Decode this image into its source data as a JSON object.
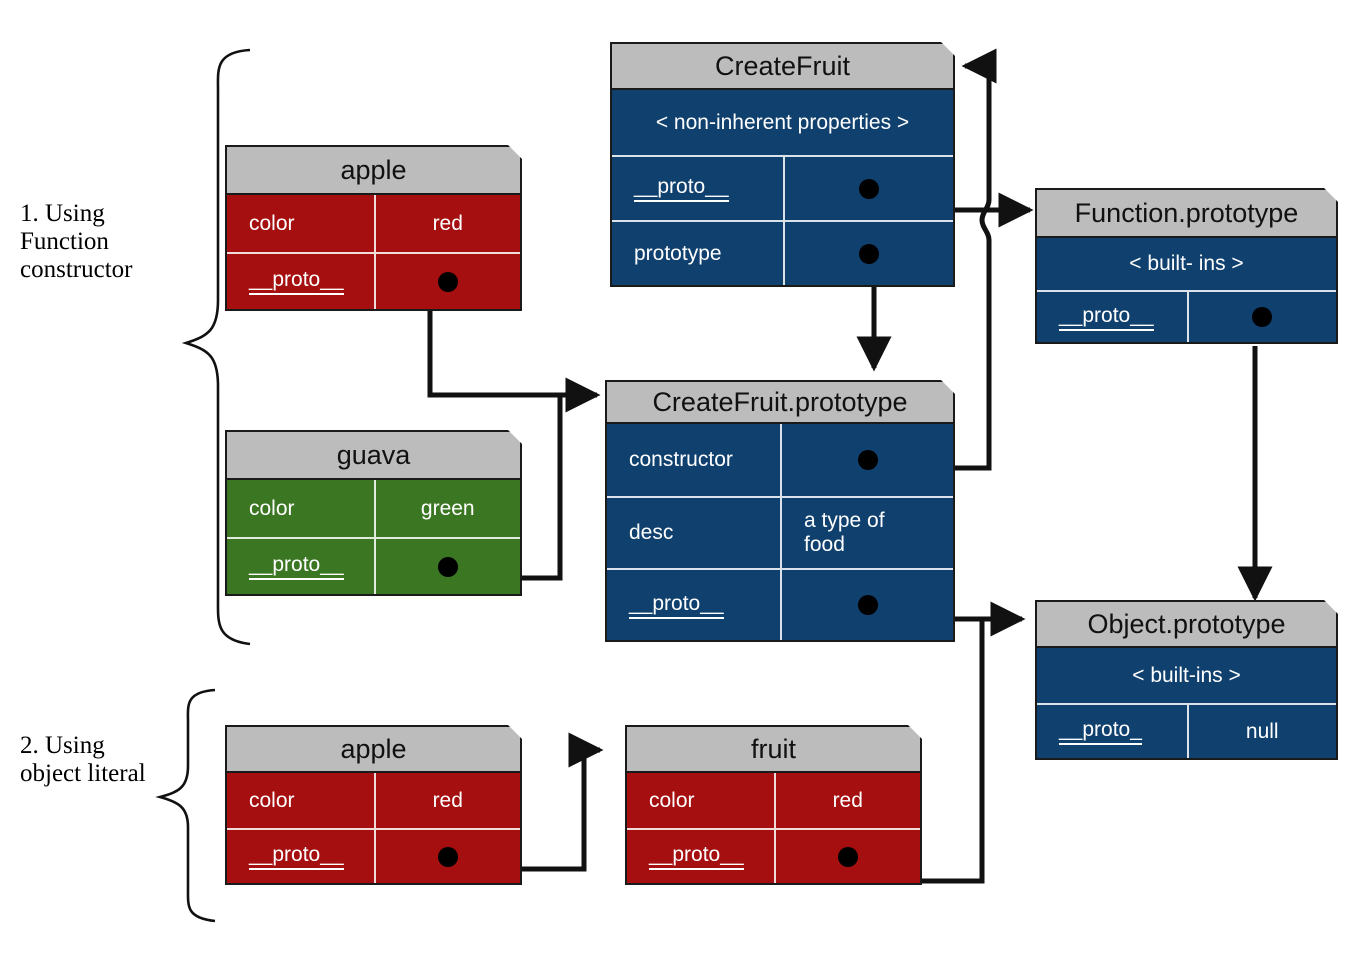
{
  "diagram": {
    "title": "JavaScript prototype chain diagram",
    "colors": {
      "header_gray": "#bcbcbc",
      "red": "#a50f0f",
      "green": "#3b7722",
      "blue": "#10406e",
      "stroke": "#1a1a1a",
      "background": "#ffffff"
    },
    "sections": [
      {
        "id": "section-1",
        "label": "1. Using\nFunction\nconstructor"
      },
      {
        "id": "section-2",
        "label": "2. Using\nobject literal"
      }
    ],
    "boxes": {
      "apple_ctor": {
        "title": "apple",
        "color": "red",
        "rows": [
          {
            "key": "color",
            "value": "red"
          },
          {
            "key": "__proto__",
            "value": "",
            "pointer": true
          }
        ]
      },
      "guava": {
        "title": "guava",
        "color": "green",
        "rows": [
          {
            "key": "color",
            "value": "green"
          },
          {
            "key": "__proto__",
            "value": "",
            "pointer": true
          }
        ]
      },
      "create_fruit": {
        "title": "CreateFruit",
        "color": "blue",
        "banner": "< non-inherent properties >",
        "rows": [
          {
            "key": "__proto__",
            "value": "",
            "pointer": true
          },
          {
            "key": "prototype",
            "value": "",
            "pointer": true
          }
        ]
      },
      "create_fruit_prototype": {
        "title": "CreateFruit.prototype",
        "color": "blue",
        "rows": [
          {
            "key": "constructor",
            "value": "",
            "pointer": true
          },
          {
            "key": "desc",
            "value": "a type of food"
          },
          {
            "key": "__proto__",
            "value": "",
            "pointer": true
          }
        ]
      },
      "function_prototype": {
        "title": "Function.prototype",
        "color": "blue",
        "banner": "< built- ins >",
        "rows": [
          {
            "key": "__proto__",
            "value": "",
            "pointer": true
          }
        ]
      },
      "object_prototype": {
        "title": "Object.prototype",
        "color": "blue",
        "banner": "<  built-ins >",
        "rows": [
          {
            "key": "__proto_",
            "value": "null"
          }
        ]
      },
      "apple_literal": {
        "title": "apple",
        "color": "red",
        "rows": [
          {
            "key": "color",
            "value": "red"
          },
          {
            "key": "__proto__",
            "value": "",
            "pointer": true
          }
        ]
      },
      "fruit": {
        "title": "fruit",
        "color": "red",
        "rows": [
          {
            "key": "color",
            "value": "red"
          },
          {
            "key": "__proto__",
            "value": "",
            "pointer": true
          }
        ]
      }
    },
    "connections": [
      {
        "from": "apple_ctor.__proto__",
        "to": "create_fruit_prototype"
      },
      {
        "from": "guava.__proto__",
        "to": "create_fruit_prototype"
      },
      {
        "from": "create_fruit.__proto__",
        "to": "function_prototype"
      },
      {
        "from": "create_fruit.prototype",
        "to": "create_fruit_prototype"
      },
      {
        "from": "create_fruit_prototype.constructor",
        "to": "create_fruit"
      },
      {
        "from": "create_fruit_prototype.__proto__",
        "to": "object_prototype"
      },
      {
        "from": "function_prototype.__proto__",
        "to": "object_prototype"
      },
      {
        "from": "apple_literal.__proto__",
        "to": "fruit"
      },
      {
        "from": "fruit.__proto__",
        "to": "object_prototype"
      }
    ]
  }
}
